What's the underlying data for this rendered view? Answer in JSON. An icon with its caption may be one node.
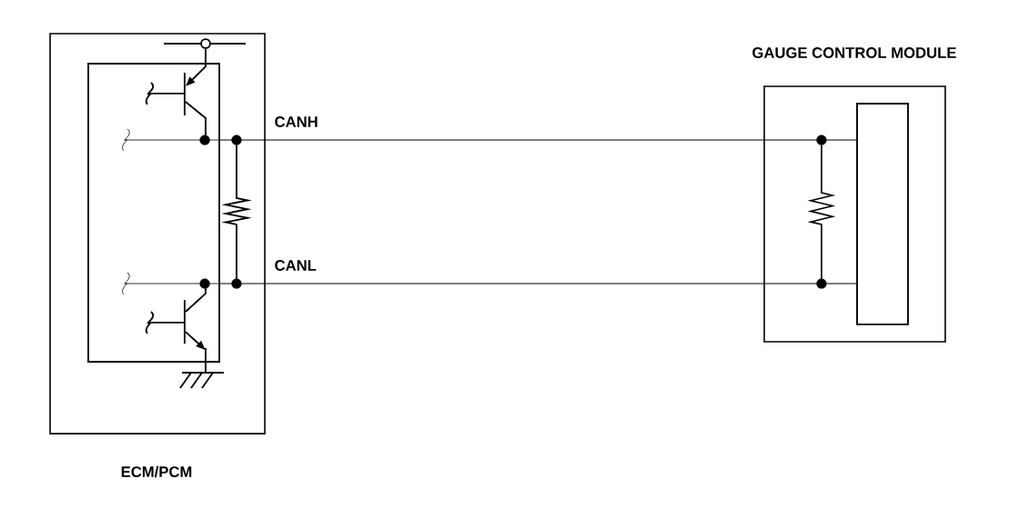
{
  "diagram": {
    "nodes": [
      {
        "text": [
          "ECM/PCM"
        ]
      },
      {
        "text": [],
        "shape": "box",
        "in": 0
      },
      {
        "text": [
          "GAUGE CONTROL MODULE"
        ]
      },
      {
        "text": [],
        "shape": "box",
        "in": 2
      }
    ],
    "edges": [
      {
        "from": 1,
        "to": 3,
        "arrow": "none",
        "label": "CANH"
      },
      {
        "from": 1,
        "to": 3,
        "arrow": "none",
        "label": "CANL"
      }
    ]
  }
}
